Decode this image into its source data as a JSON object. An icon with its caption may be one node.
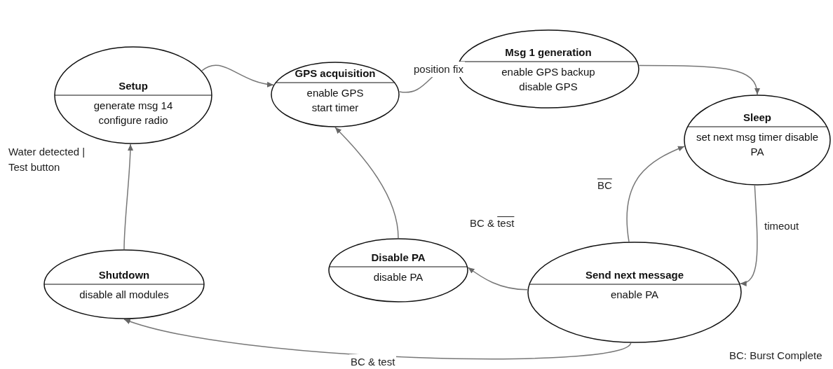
{
  "diagram": {
    "nodes": [
      {
        "text": [
          "Setup",
          "generate msg 14 configure radio"
        ]
      },
      {
        "text": [
          "GPS acquisition",
          "enable GPS start timer"
        ]
      },
      {
        "text": [
          "Msg 1 generation",
          "enable GPS backup disable GPS"
        ]
      },
      {
        "text": [
          "Sleep",
          "set next msg timer disable PA"
        ]
      },
      {
        "text": [
          "Send next message",
          "enable PA"
        ]
      },
      {
        "text": [
          "Disable PA",
          "disable PA"
        ]
      },
      {
        "text": [
          "Shutdown",
          "disable all modules"
        ]
      }
    ],
    "edges": [
      {
        "from": 0,
        "to": 1,
        "arrow": "to"
      },
      {
        "from": 1,
        "to": 2,
        "arrow": "to",
        "label": "position fix"
      },
      {
        "from": 2,
        "to": 3,
        "arrow": "to"
      },
      {
        "from": 3,
        "to": 4,
        "arrow": "to",
        "label": "timeout"
      },
      {
        "from": 4,
        "to": 3,
        "arrow": "to",
        "label": "BC"
      },
      {
        "from": 4,
        "to": 5,
        "arrow": "to",
        "label": "BC & test"
      },
      {
        "from": 5,
        "to": 1,
        "arrow": "to"
      },
      {
        "from": 4,
        "to": 6,
        "arrow": "to",
        "label": "BC & test"
      },
      {
        "from": 6,
        "to": 0,
        "arrow": "to",
        "label": "Water detected | Test button"
      }
    ],
    "labels": [
      "BC: Burst Complete"
    ]
  }
}
